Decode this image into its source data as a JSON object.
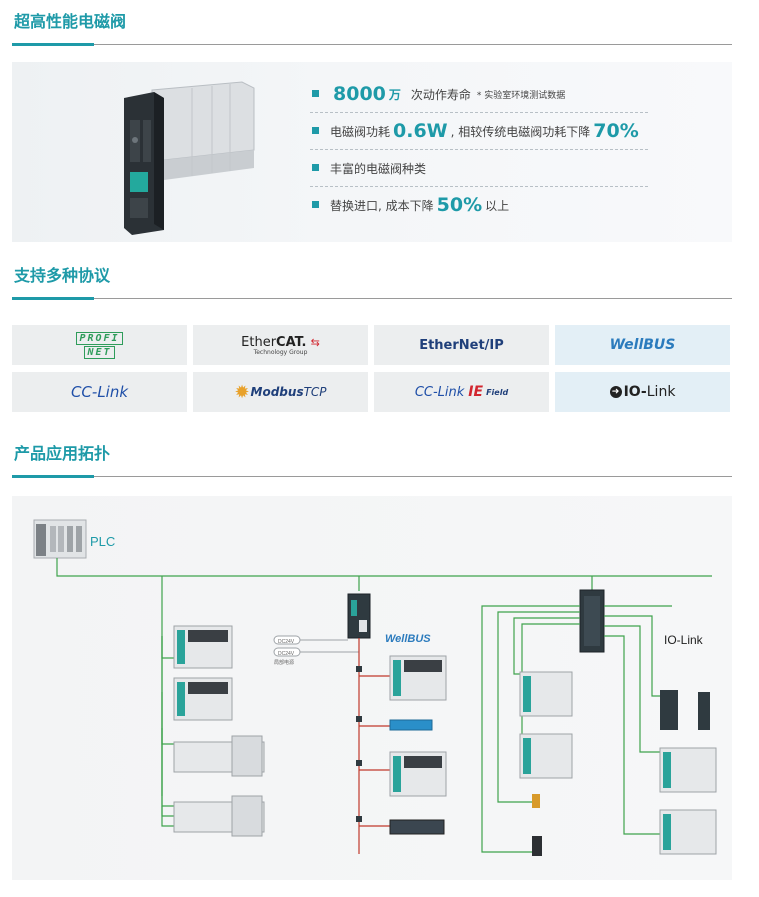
{
  "sections": {
    "valve_title": "超高性能电磁阀",
    "protocol_title": "支持多种协议",
    "topology_title": "产品应用拓扑"
  },
  "features": [
    {
      "value": "8000",
      "unit": "万",
      "text": "次动作寿命",
      "note": "* 实验室环境测试数据"
    },
    {
      "prefix": "电磁阀功耗",
      "value": "0.6W",
      "middle": ", 相较传统电磁阀功耗下降",
      "value2": "70%"
    },
    {
      "text": "丰富的电磁阀种类"
    },
    {
      "prefix": "替换进口, 成本下降",
      "value": "50%",
      "suffix": "以上"
    }
  ],
  "protocols": [
    {
      "name": "PROFINET",
      "line1": "PROFI",
      "line2": "NET"
    },
    {
      "name": "EtherCAT",
      "main": "Ether",
      "bold": "CAT.",
      "sub": "Technology Group"
    },
    {
      "name": "EtherNet/IP",
      "text": "EtherNet/IP"
    },
    {
      "name": "WellBUS",
      "text": "WellBUS"
    },
    {
      "name": "CC-Link",
      "text": "CC-Link"
    },
    {
      "name": "ModbusTCP",
      "main": "Modbus",
      "tail": "TCP"
    },
    {
      "name": "CC-Link IE Field",
      "main": "CC-Link",
      "ie": "IE",
      "field": "Field"
    },
    {
      "name": "IO-Link",
      "main": "IO-",
      "tail": "Link"
    }
  ],
  "topology": {
    "plc_label": "PLC",
    "wellbus_label": "WellBUS",
    "iolink_label": "IO-Link",
    "power_labels": [
      "DC24V",
      "DC24V"
    ],
    "power_caption": "局部电源"
  },
  "colors": {
    "accent": "#1e9aa8",
    "line_green": "#3fa34d",
    "line_red": "#c0392b",
    "wellbus_blue": "#2b7bbd"
  }
}
